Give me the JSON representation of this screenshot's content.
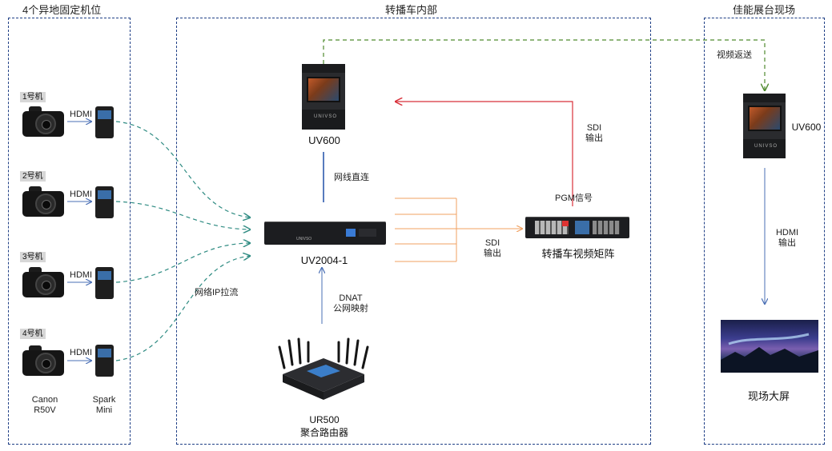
{
  "regions": {
    "left_title": "4个异地固定机位",
    "center_title": "转播车内部",
    "right_title": "佳能展台现场"
  },
  "cameras": [
    {
      "tag": "1号机",
      "link": "HDMI"
    },
    {
      "tag": "2号机",
      "link": "HDMI"
    },
    {
      "tag": "3号机",
      "link": "HDMI"
    },
    {
      "tag": "4号机",
      "link": "HDMI"
    }
  ],
  "camera_model": [
    "Canon",
    "R50V"
  ],
  "encoder_model": [
    "Spark",
    "Mini"
  ],
  "nodes": {
    "uv600_center": "UV600",
    "uv2004": "UV2004-1",
    "ur500": [
      "UR500",
      "聚合路由器"
    ],
    "matrix": "转播车视频矩阵",
    "uv600_right": "UV600",
    "big_screen": "现场大屏"
  },
  "edges": {
    "network_ip_pull": "网络IP拉流",
    "network_direct": "网线直连",
    "dnat": [
      "DNAT",
      "公网映射"
    ],
    "sdi_out_1": [
      "SDI",
      "输出"
    ],
    "pgm_signal": "PGM信号",
    "sdi_out_2": [
      "SDI",
      "输出"
    ],
    "video_return": "视频返送",
    "hdmi_out": [
      "HDMI",
      "输出"
    ]
  },
  "colors": {
    "region_border": "#1f3f86",
    "blue_arrow": "#4a6fb5",
    "green_dashed": "#2e8b82",
    "orange_line": "#f0a060",
    "red_line": "#d8303a",
    "olive_dashed": "#4f8a2e"
  }
}
